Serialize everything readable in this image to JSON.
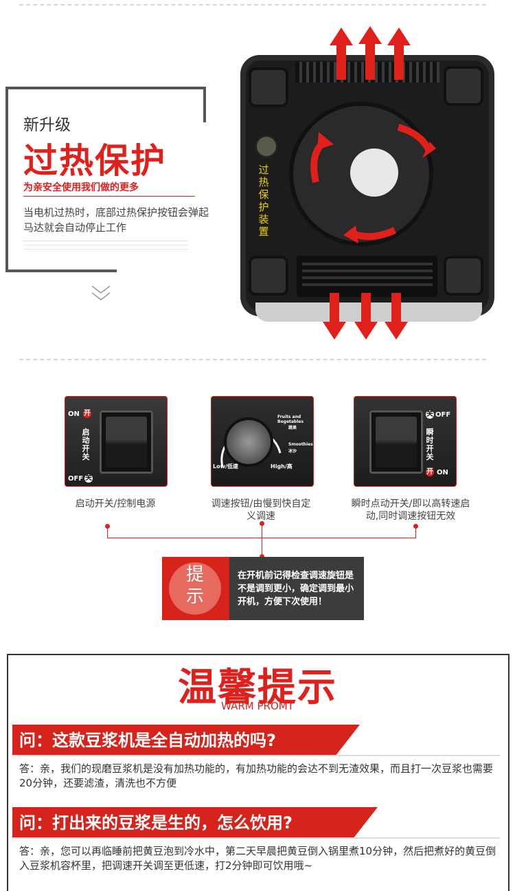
{
  "section1": {
    "subtitle": "新升级",
    "title": "过热保护",
    "tagline": "为亲安全使用我们做的更多",
    "description": "当电机过热时，底部过热保护按钮会弹起马达就会自动停止工作",
    "device_label": "过热保护装置"
  },
  "switches": [
    {
      "on": "ON",
      "on_cn": "开",
      "off": "OFF",
      "off_cn": "关",
      "name": "启动开关",
      "caption": "启动开关/控制电源"
    },
    {
      "low": "Low/低速",
      "high": "High/高",
      "fruits": "Fruits and Begetables",
      "fruits_cn": "蔬果",
      "smoothies": "Smoothies",
      "smoothies_cn": "冰沙",
      "caption": "调速按钮/由慢到快自定义调速"
    },
    {
      "on": "ON",
      "on_cn": "开",
      "off": "OFF",
      "off_cn": "关",
      "name": "瞬时开关",
      "caption": "瞬时点动开关/即以高转速启动,同时调速按钮无效"
    }
  ],
  "tip": {
    "char1": "提",
    "char2": "示",
    "text": "在开机前记得检查调速旋钮是不是调到更小，确定调到最小开机，方便下次使用！"
  },
  "warm": {
    "title": "温馨提示",
    "subtitle": "WARM PROMT",
    "faq": [
      {
        "q": "问：这款豆浆机是全自动加热的吗?",
        "a": "答：亲，我们的现磨豆浆机是没有加热功能的，有加热功能的会达不到无渣效果，而且打一次豆浆也需要20分钟，还要滤渣，清洗也不方便"
      },
      {
        "q": "问：打出来的豆浆是生的，怎么饮用?",
        "a": "答：亲，您可以再临睡前把黄豆泡到冷水中，第二天早晨把黄豆倒入锅里煮10分钟，然后把煮好的黄豆倒入豆浆机容杯里，把调速开关调至更低速，打2分钟即可饮用哦~"
      }
    ]
  },
  "colors": {
    "accent": "#e0201a",
    "dark": "#333333",
    "highlight_label": "#f0d000"
  }
}
